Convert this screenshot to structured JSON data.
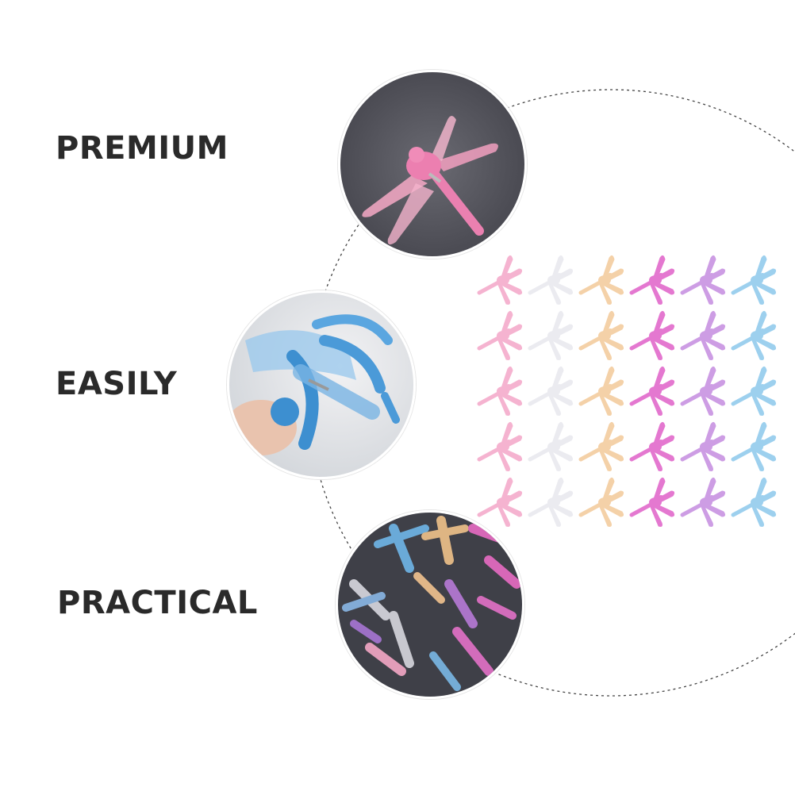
{
  "features": [
    {
      "label": "PREMIUM"
    },
    {
      "label": "EASILY"
    },
    {
      "label": "PRACTICAL"
    }
  ],
  "colors": {
    "text": "#2a2a2a",
    "clip_colors": [
      "#f4a6c8",
      "#e8e8ee",
      "#f3c99a",
      "#e061c8",
      "#c58ce0",
      "#8cc8ec"
    ],
    "dark_bg": "#4a4a52"
  },
  "icons": {
    "premium_circle": "pink-dragonfly-clip-closeup",
    "easily_circle": "blue-dragonfly-clip-spring-closeup",
    "practical_circle": "assorted-dragonfly-clips-pile"
  },
  "product_grid": {
    "rows": 5,
    "columns": 6,
    "item": "dragonfly-clip"
  }
}
